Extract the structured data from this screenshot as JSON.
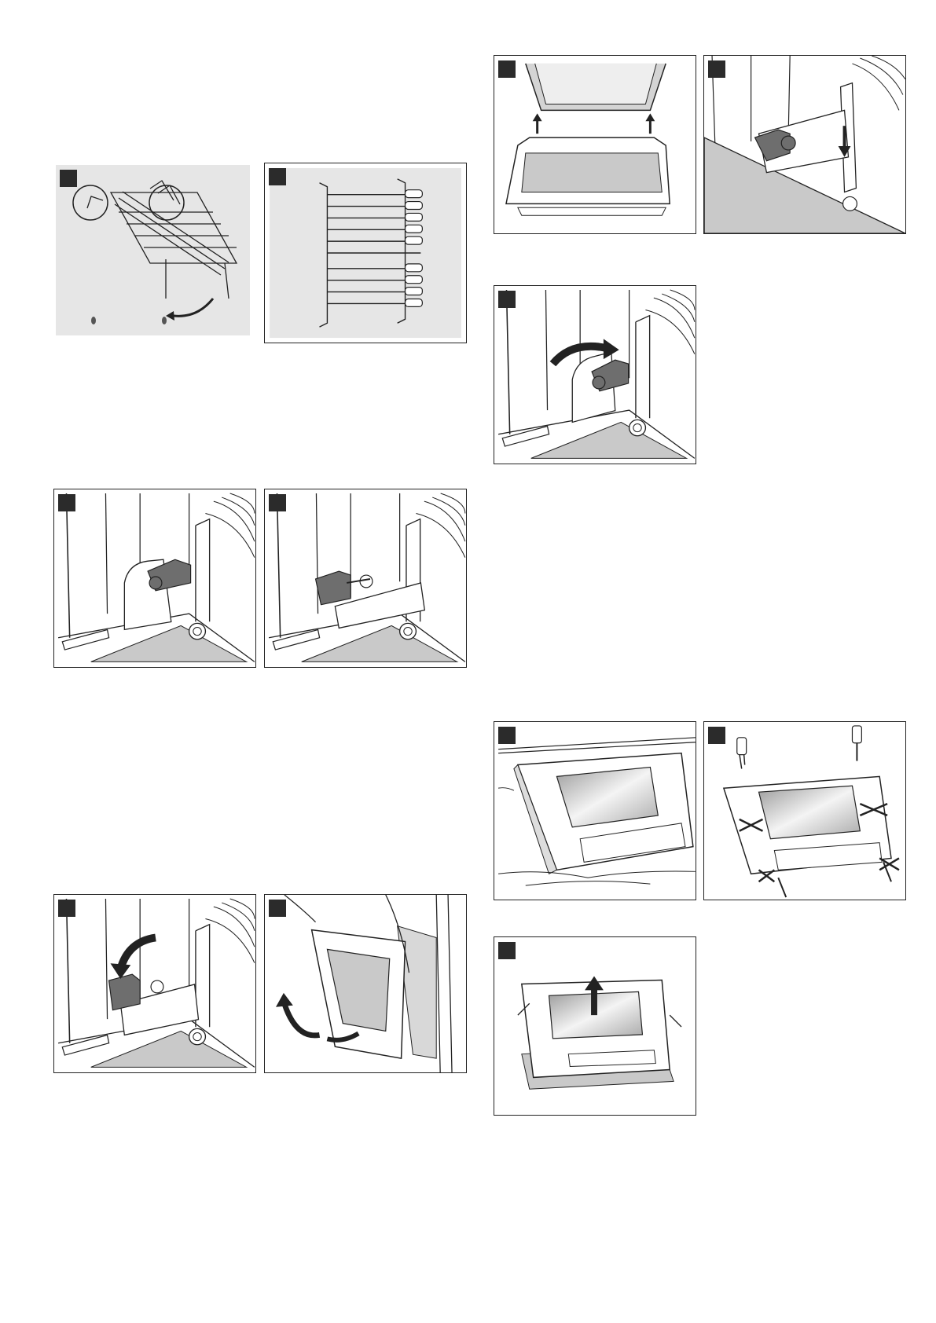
{
  "document": {
    "type": "instruction-illustration-sheet",
    "text_content": [],
    "figures": [
      {
        "id": "shelf-rack-removal",
        "icon": "shelf-rack-unhook-icon"
      },
      {
        "id": "shelf-rack-front-view",
        "icon": "shelf-rack-icon"
      },
      {
        "id": "door-open-hinge-arrows",
        "icon": "door-open-icon"
      },
      {
        "id": "hinge-lever-press-down",
        "icon": "hinge-lever-icon"
      },
      {
        "id": "hinge-lever-rotate-back",
        "icon": "hinge-lever-icon"
      },
      {
        "id": "hinge-lever-lower",
        "icon": "hinge-lever-icon"
      },
      {
        "id": "hinge-lever-raised",
        "icon": "hinge-lever-icon"
      },
      {
        "id": "door-on-cloth",
        "icon": "door-panel-icon"
      },
      {
        "id": "door-unscrew-screws",
        "icon": "screwdriver-icon"
      },
      {
        "id": "hinge-lever-fold-down",
        "icon": "hinge-lever-icon"
      },
      {
        "id": "door-lift-off",
        "icon": "door-remove-icon"
      },
      {
        "id": "inner-glass-lift-out",
        "icon": "glass-pane-icon"
      }
    ]
  },
  "colors": {
    "line": "#222222",
    "marker": "#2b2b2b",
    "grey_fill": "#c9c9c9",
    "light_grey": "#e6e6e6",
    "lever": "#6e6e6e"
  }
}
